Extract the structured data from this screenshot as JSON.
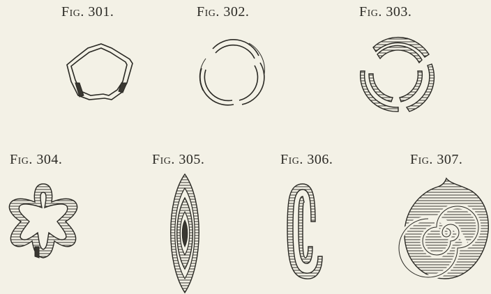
{
  "figures": [
    {
      "label": "Fig. 301.",
      "shape": "pentagon-ring"
    },
    {
      "label": "Fig. 302.",
      "shape": "split-ring-three-arcs"
    },
    {
      "label": "Fig. 303.",
      "shape": "split-ring-multi-arcs"
    },
    {
      "label": "Fig. 304.",
      "shape": "star-ring"
    },
    {
      "label": "Fig. 305.",
      "shape": "nested-lens"
    },
    {
      "label": "Fig. 306.",
      "shape": "elongated-spiral"
    },
    {
      "label": "Fig. 307.",
      "shape": "round-spiral"
    }
  ],
  "colors": {
    "paper": "#f3f1e6",
    "ink": "#2a2924"
  }
}
